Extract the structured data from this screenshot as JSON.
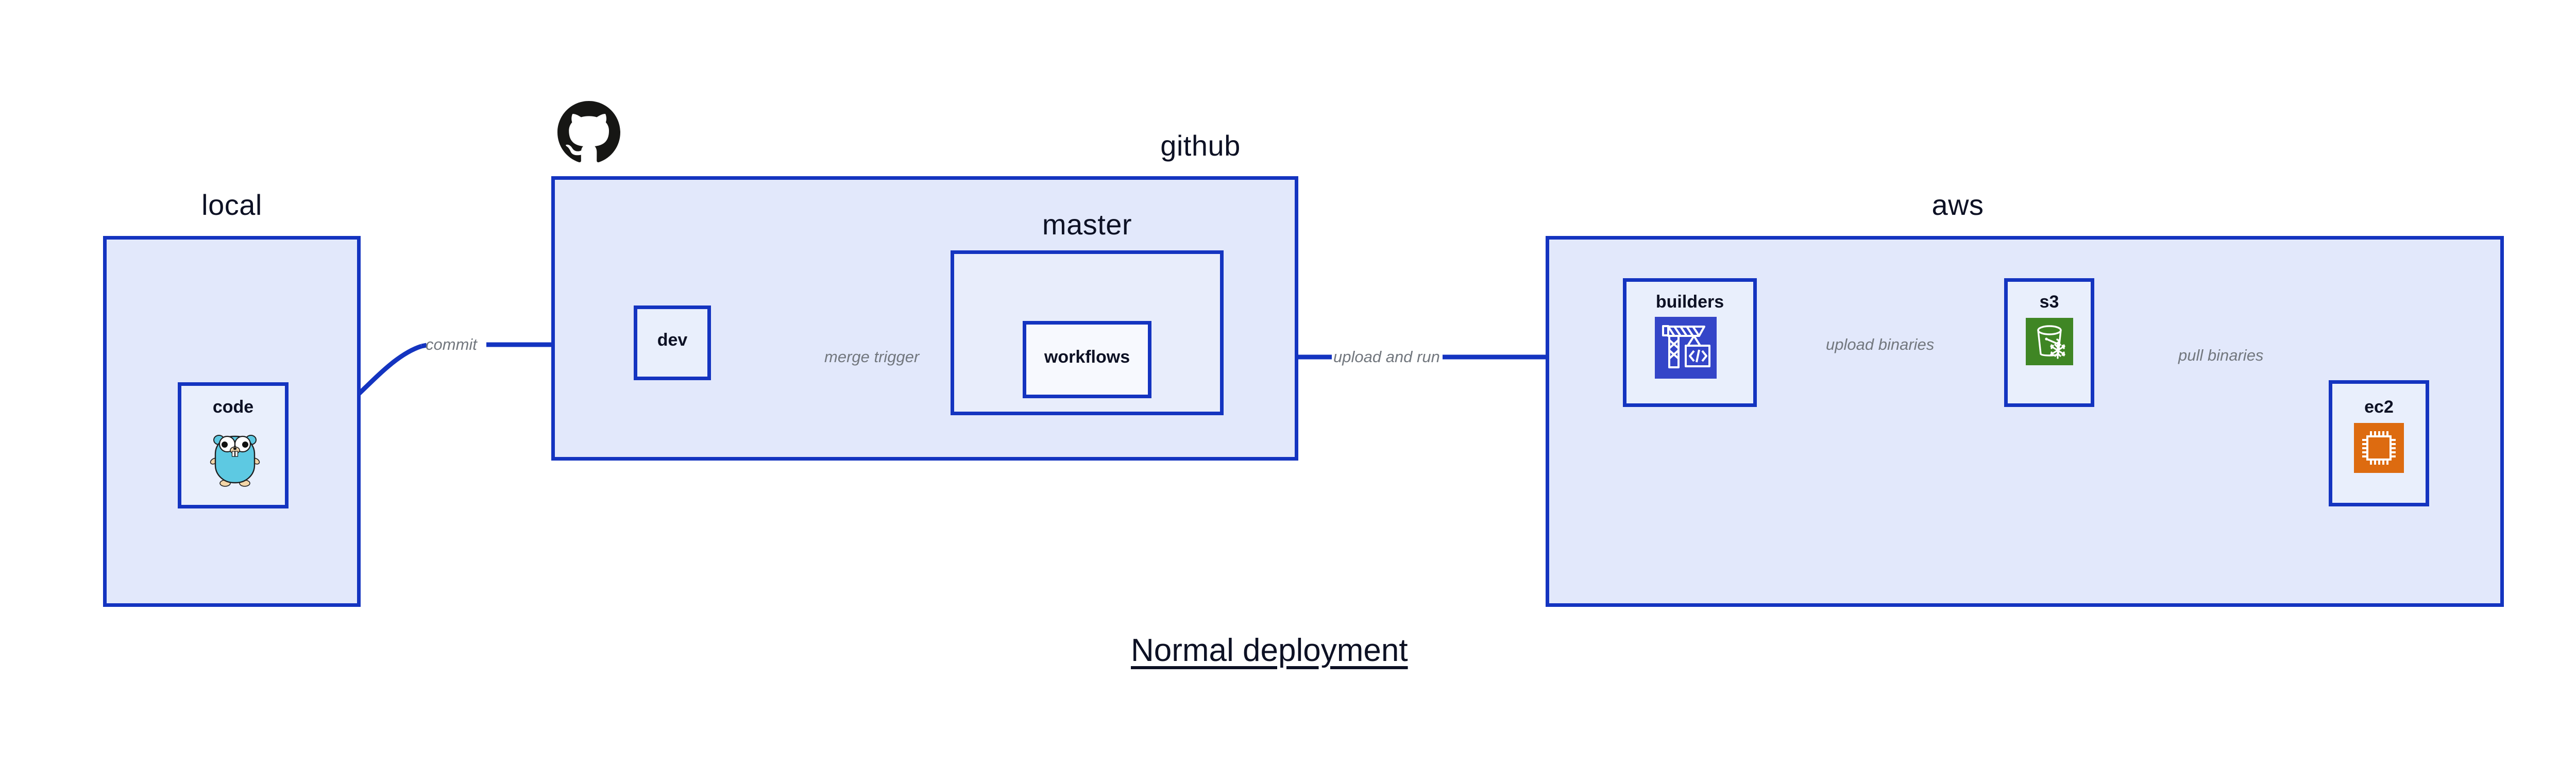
{
  "diagram": {
    "title": "Normal deployment",
    "colors": {
      "connector_blue": "#1434c0",
      "group_fill": "#e2e8fb",
      "subgroup_fill": "#e8edfb",
      "node_fill": "#e9effc",
      "node_fill_light": "#f7f9fe",
      "label_text": "#0d1124",
      "edge_label_text": "#72777e",
      "builders_icon_bg": "#3445c8",
      "s3_icon_bg": "#3f8624",
      "ec2_icon_bg": "#dd6b10",
      "gopher_body": "#5dc9e2",
      "github_logo": "#161614"
    }
  },
  "groups": {
    "local": {
      "label": "local"
    },
    "github": {
      "label": "github",
      "logo_icon": "github-octocat-icon"
    },
    "aws": {
      "label": "aws"
    }
  },
  "subgroups": {
    "master": {
      "label": "master"
    }
  },
  "nodes": {
    "code": {
      "label": "code",
      "icon": "go-gopher-icon"
    },
    "dev": {
      "label": "dev",
      "icon": null
    },
    "workflows": {
      "label": "workflows",
      "icon": null
    },
    "builders": {
      "label": "builders",
      "icon": "crane-code-icon"
    },
    "s3": {
      "label": "s3",
      "icon": "s3-glacier-bucket-icon"
    },
    "ec2": {
      "label": "ec2",
      "icon": "cpu-chip-icon"
    }
  },
  "edges": [
    {
      "id": "code-to-dev",
      "label": "commit",
      "from": "code",
      "to": "dev"
    },
    {
      "id": "dev-to-workflows",
      "label": "merge trigger",
      "from": "dev",
      "to": "workflows"
    },
    {
      "id": "workflows-to-builders",
      "label": "upload and run",
      "from": "workflows",
      "to": "builders"
    },
    {
      "id": "builders-to-s3",
      "label": "upload binaries",
      "from": "builders",
      "to": "s3"
    },
    {
      "id": "s3-to-ec2",
      "label": "pull binaries",
      "from": "s3",
      "to": "ec2"
    }
  ]
}
